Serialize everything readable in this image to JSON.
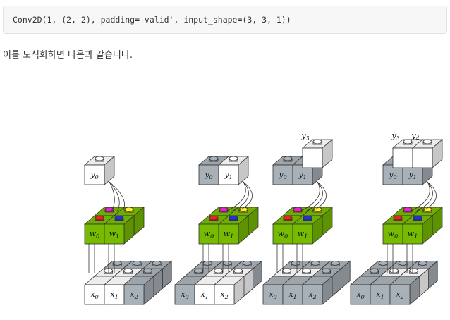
{
  "code": {
    "text": "Conv2D(1, (2, 2), padding='valid', input_shape=(3, 3, 1))"
  },
  "paragraph": {
    "text": "이를 도식화하면 다음과 같습니다."
  },
  "diagram": {
    "panels": [
      {
        "output_labels": [
          "y0"
        ],
        "top_labels": [],
        "filter_labels": [
          "w0",
          "w1"
        ],
        "input_labels": [
          "x0",
          "x1",
          "x2"
        ]
      },
      {
        "output_labels": [
          "y0",
          "y1"
        ],
        "top_labels": [],
        "filter_labels": [
          "w0",
          "w1"
        ],
        "input_labels": [
          "x0",
          "x1",
          "x2"
        ]
      },
      {
        "output_labels": [
          "y0",
          "y1"
        ],
        "top_labels": [
          "y3"
        ],
        "filter_labels": [
          "w0",
          "w1"
        ],
        "input_labels": [
          "x0",
          "x1",
          "x2"
        ]
      },
      {
        "output_labels": [
          "y0",
          "y1"
        ],
        "top_labels": [
          "y3",
          "y4"
        ],
        "filter_labels": [
          "w0",
          "w1"
        ],
        "input_labels": [
          "x0",
          "x1",
          "x2"
        ]
      }
    ],
    "colors": {
      "gray": "#a9b1b8",
      "white": "#ffffff",
      "green": "#77bb00",
      "red": "#ee2222",
      "blue": "#2233dd",
      "magenta": "#ee22cc",
      "yellow": "#ffee22"
    }
  }
}
